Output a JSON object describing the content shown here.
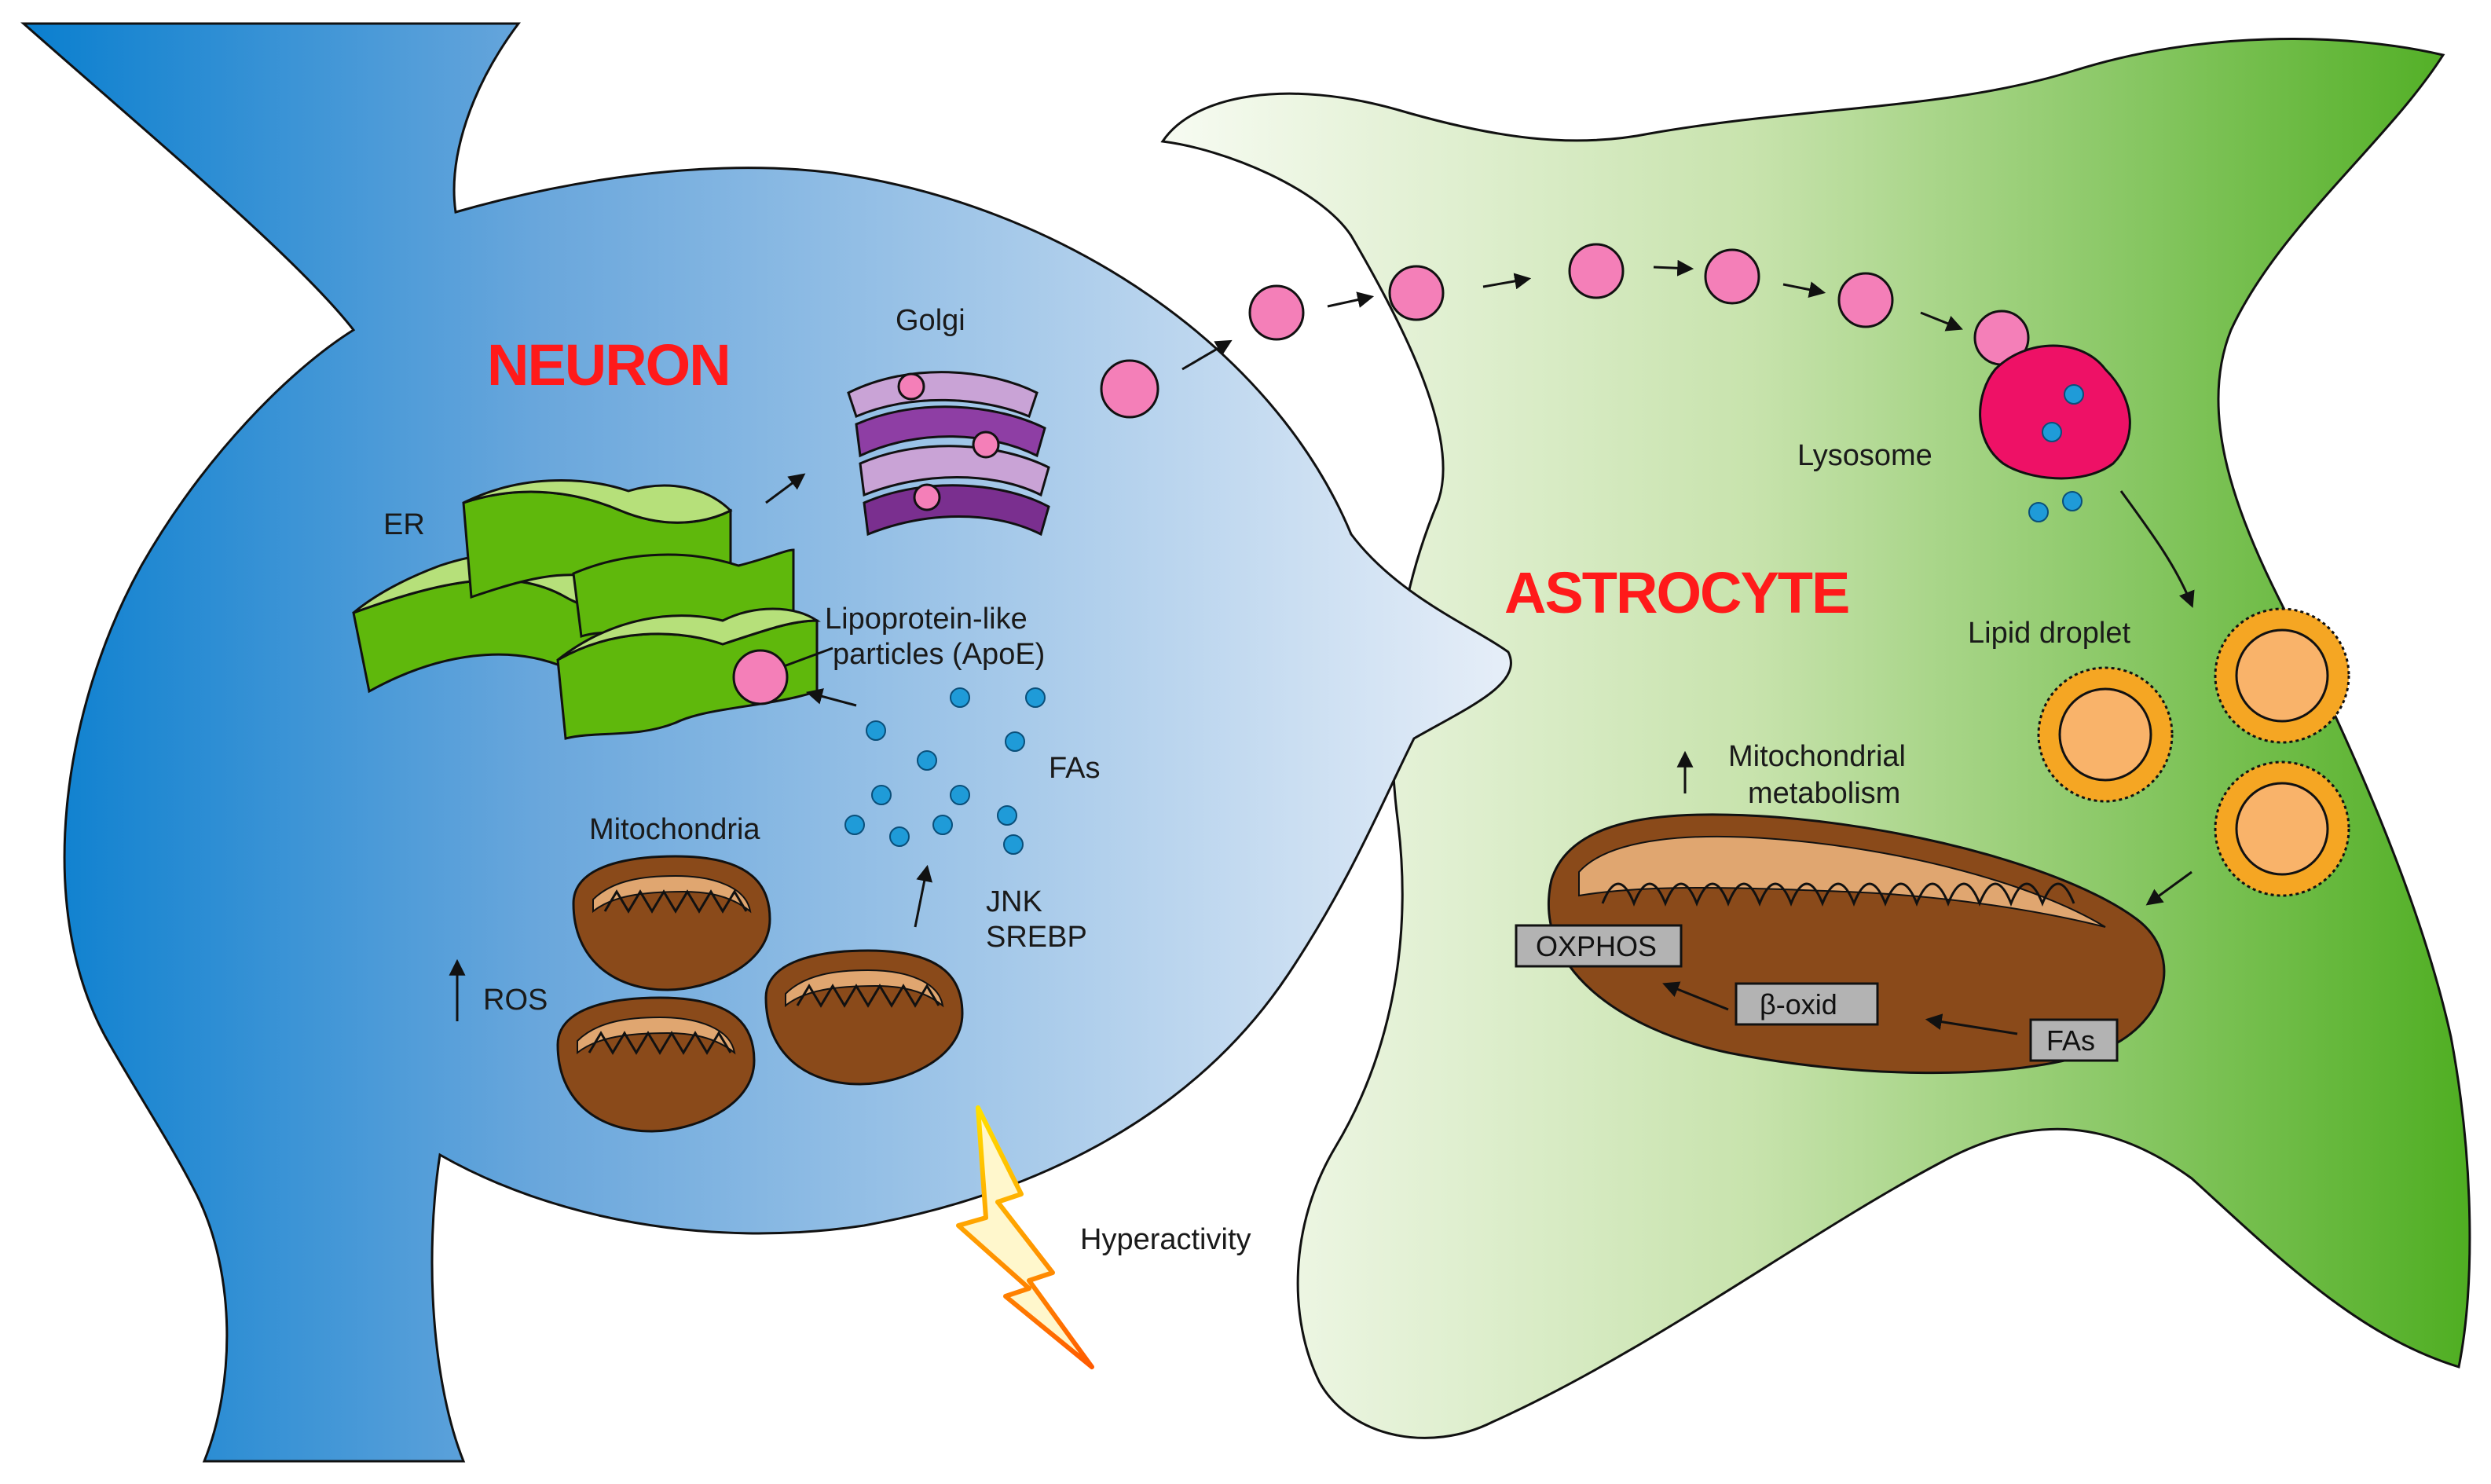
{
  "cells": {
    "neuron": "NEURON",
    "astrocyte": "ASTROCYTE"
  },
  "labels": {
    "er": "ER",
    "golgi": "Golgi",
    "lipoprotein_line1": "Lipoprotein-like",
    "lipoprotein_line2": "particles (ApoE)",
    "fas_neuron": "FAs",
    "mitochondria": "Mitochondria",
    "jnk": "JNK",
    "srebp": "SREBP",
    "ros": "ROS",
    "hyperactivity": "Hyperactivity",
    "lysosome": "Lysosome",
    "lipid_droplet": "Lipid droplet",
    "mito_metab_line1": "Mitochondrial",
    "mito_metab_line2": "metabolism"
  },
  "boxes": {
    "oxphos": "OXPHOS",
    "beta_oxid": "β-oxid",
    "fas_astro": "FAs"
  },
  "colors": {
    "neuron_dark": "#0a7fcf",
    "neuron_light": "#dce6f5",
    "astro_light": "#f4f9ee",
    "astro_dark": "#5ab52e",
    "er_green": "#6cc417",
    "golgi_purple": "#7a2f8f",
    "particle_pink": "#f47fb8",
    "fa_blue": "#1f9bd8",
    "lysosome_red": "#ee1166",
    "droplet_orange": "#f5a623",
    "mito_brown": "#8a4a1a",
    "title_red": "#ff1a1a"
  }
}
